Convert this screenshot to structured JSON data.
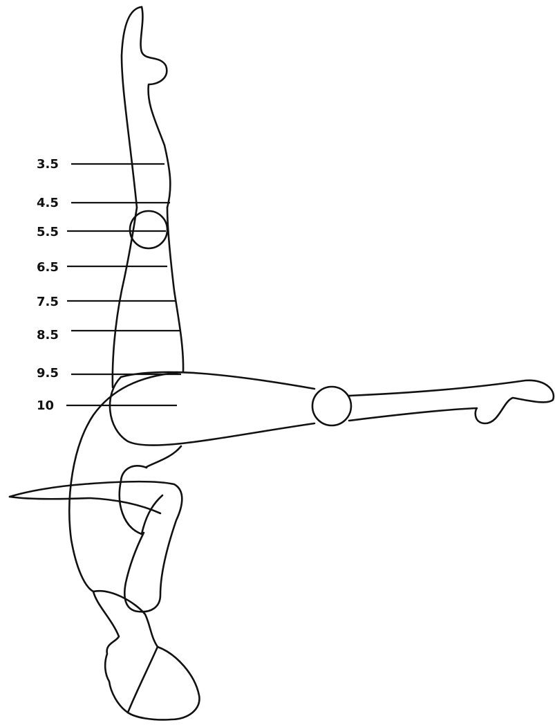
{
  "colors": {
    "line": "#111111",
    "background": "#ffffff"
  },
  "measurements": [
    {
      "label": "3.5"
    },
    {
      "label": "4.5"
    },
    {
      "label": "5.5"
    },
    {
      "label": "6.5"
    },
    {
      "label": "7.5"
    },
    {
      "label": "8.5"
    },
    {
      "label": "9.5"
    },
    {
      "label": "10"
    }
  ]
}
